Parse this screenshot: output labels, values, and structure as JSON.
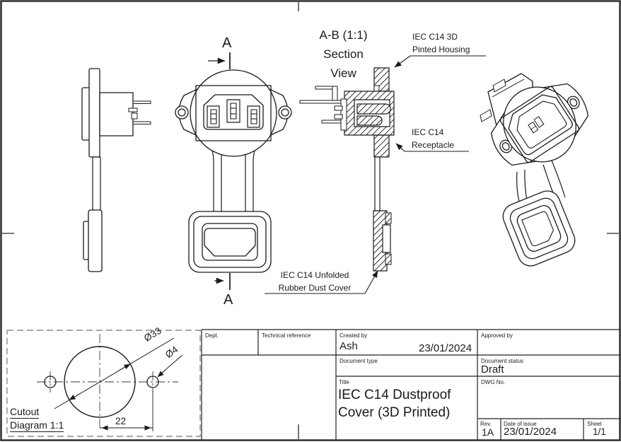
{
  "annotations": {
    "section_view_title_line1": "A-B (1:1)",
    "section_view_title_line2": "Section",
    "section_view_title_line3": "View",
    "housing_callout_line1": "IEC C14 3D",
    "housing_callout_line2": "Pinted Housing",
    "receptacle_callout_line1": "IEC C14",
    "receptacle_callout_line2": "Receptacle",
    "dust_cover_callout_line1": "IEC C14 Unfolded",
    "dust_cover_callout_line2": "Rubber Dust Cover",
    "section_marker": "A"
  },
  "cutout_diagram": {
    "label_line1": "Cutout",
    "label_line2": "Diagram 1:1",
    "outer_diameter": "Ø33",
    "hole_diameter": "Ø4",
    "hole_spacing": "22"
  },
  "title_block": {
    "dept_label": "Dept.",
    "technical_reference_label": "Technical reference",
    "created_by_label": "Created by",
    "created_by_value": "Ash",
    "created_date": "23/01/2024",
    "approved_by_label": "Approved by",
    "document_type_label": "Document type",
    "document_status_label": "Document status",
    "document_status_value": "Draft",
    "title_label": "Title",
    "title_line1": "IEC C14 Dustproof",
    "title_line2": "Cover (3D Printed)",
    "dwg_no_label": "DWG No.",
    "rev_label": "Rev.",
    "rev_value": "1A",
    "date_of_issue_label": "Date of issue",
    "date_of_issue_value": "23/01/2024",
    "sheet_label": "Sheet",
    "sheet_value": "1/1"
  },
  "colors": {
    "line": "#1a1a1a",
    "frame": "#2e2e2e",
    "centerline": "#3a3a3a",
    "dashed_border": "#8a8a8a"
  }
}
